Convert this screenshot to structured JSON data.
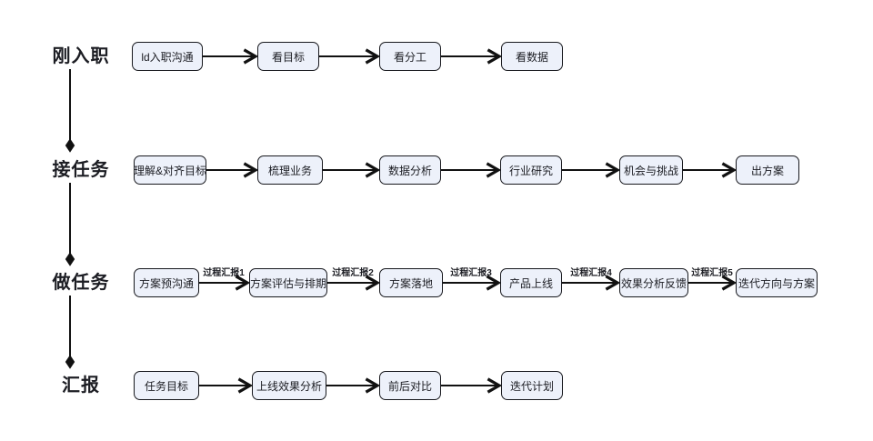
{
  "diagram": {
    "title": "",
    "rows": [
      {
        "label": "刚入职",
        "boxes": [
          "ld入职沟通",
          "看目标",
          "看分工",
          "看数据"
        ]
      },
      {
        "label": "接任务",
        "boxes": [
          "理解&对齐目标",
          "梳理业务",
          "数据分析",
          "行业研究",
          "机会与挑战",
          "出方案"
        ]
      },
      {
        "label": "做任务",
        "boxes": [
          "方案预沟通",
          "方案评估与排期",
          "方案落地",
          "产品上线",
          "效果分析反馈",
          "迭代方向与方案"
        ],
        "arrow_labels": [
          "过程汇报1",
          "过程汇报2",
          "过程汇报3",
          "过程汇报4",
          "过程汇报5"
        ]
      },
      {
        "label": "汇报",
        "boxes": [
          "任务目标",
          "上线效果分析",
          "前后对比",
          "迭代计划"
        ]
      }
    ],
    "colors": {
      "background": "#ffffff",
      "node_fill": "#edf1fa",
      "node_border": "#17181d",
      "arrow": "#111111",
      "text": "#1c1d23"
    }
  }
}
